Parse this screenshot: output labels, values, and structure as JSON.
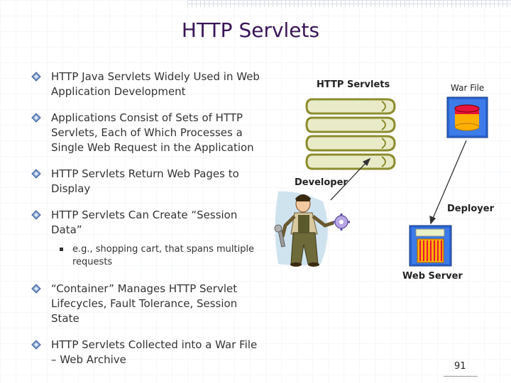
{
  "slide": {
    "title": "HTTP Servlets",
    "page_number": "91"
  },
  "bullets": [
    "HTTP Java Servlets Widely Used in Web Application Development",
    "Applications Consist of Sets of HTTP Servlets, Each of Which Processes a Single Web Request in the Application",
    "HTTP Servlets Return Web Pages to Display",
    "HTTP Servlets Can Create “Session Data”"
  ],
  "sub_bullet": "e.g., shopping cart, that spans multiple requests",
  "bullets_after": [
    "“Container” Manages HTTP Servlet Lifecycles, Fault Tolerance, Session State",
    "HTTP Servlets Collected into a War File – Web Archive"
  ],
  "diagram": {
    "servlets_label": "HTTP Servlets",
    "war_file_label": "War File",
    "developer_label": "Developer",
    "deployer_label": "Deployer",
    "web_server_label": "Web Server"
  },
  "colors": {
    "title": "#3a1556",
    "bullet_mark": "#5b7fb8",
    "scroll": "#cfd08a",
    "cylinder": "#e8143c",
    "folder": "#f0a020"
  }
}
